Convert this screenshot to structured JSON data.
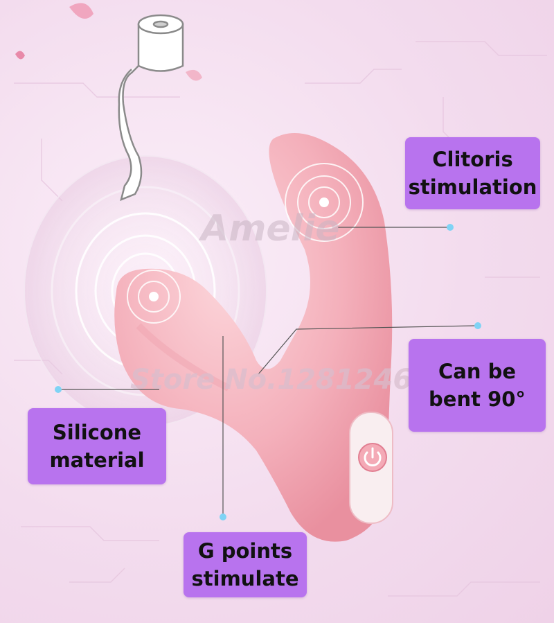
{
  "watermarks": {
    "brand": "Amelie",
    "store": "Store No.1281246"
  },
  "callouts": {
    "clitoris": {
      "line1": "Clitoris",
      "line2": "stimulation"
    },
    "bent": {
      "line1": "Can be",
      "line2": "bent 90°"
    },
    "silicone": {
      "line1": "Silicone",
      "line2": "material"
    },
    "gpoint": {
      "line1": "G points",
      "line2": "stimulate"
    }
  },
  "colors": {
    "label_bg": "#b873ee",
    "product_pink": "#f6b8c2",
    "dot_blue": "#7fd3f5",
    "background": "#f6e3f1"
  },
  "icons": {
    "power": "power-icon",
    "toilet_paper": "toilet-paper-icon"
  }
}
